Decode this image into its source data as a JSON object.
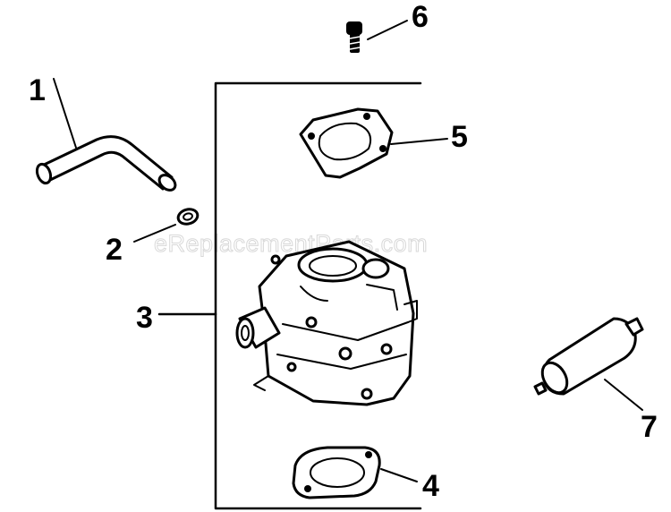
{
  "watermark": "eReplacementParts.com",
  "callouts": [
    {
      "id": "1",
      "label": "1"
    },
    {
      "id": "2",
      "label": "2"
    },
    {
      "id": "3",
      "label": "3"
    },
    {
      "id": "4",
      "label": "4"
    },
    {
      "id": "5",
      "label": "5"
    },
    {
      "id": "6",
      "label": "6"
    },
    {
      "id": "7",
      "label": "7"
    }
  ]
}
